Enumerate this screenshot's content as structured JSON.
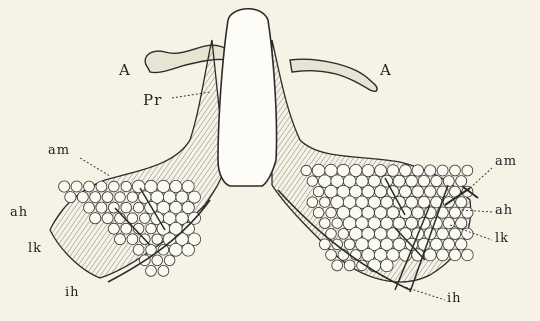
{
  "figure": {
    "labels": {
      "A_left": "A",
      "A_right": "A",
      "Pr": "Pr",
      "am_left": "am",
      "am_right": "am",
      "ah_left": "ah",
      "ah_right": "ah",
      "lk_left": "lk",
      "lk_right": "lk",
      "ih_left": "ih",
      "ih_right": "ih"
    },
    "colors": {
      "ink": "#2b2b2b",
      "paper": "#f6f3e6",
      "tissue": "#c9c6b8"
    }
  }
}
